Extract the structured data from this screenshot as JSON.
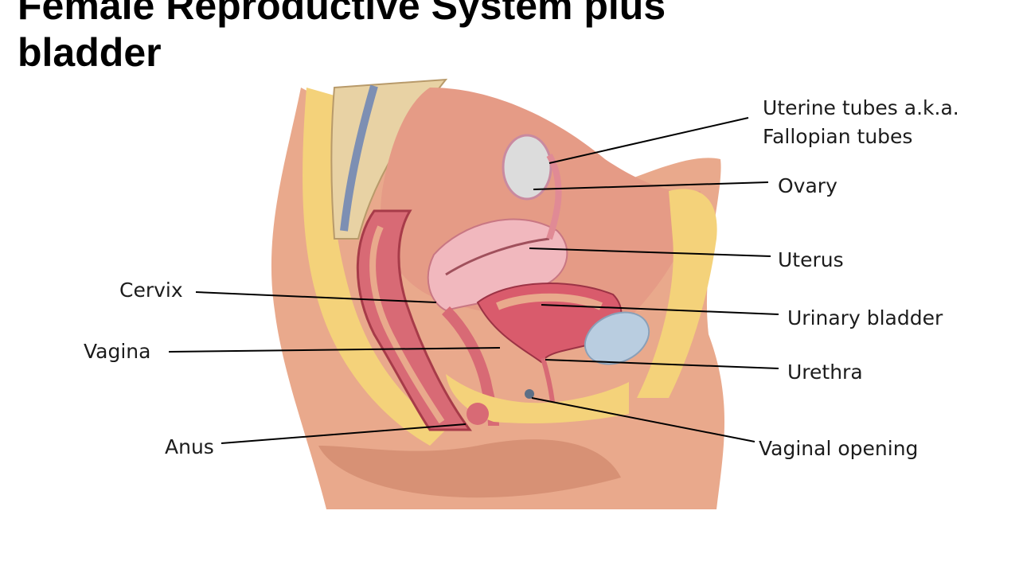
{
  "slide": {
    "title_lines": [
      "Female Reproductive System plus",
      "bladder"
    ]
  },
  "diagram": {
    "labels_right": {
      "uterine_tubes": [
        "Uterine tubes a.k.a.",
        "Fallopian tubes"
      ],
      "ovary": "Ovary",
      "uterus": "Uterus",
      "urinary_bladder": "Urinary bladder",
      "urethra": "Urethra",
      "vaginal_opening": "Vaginal opening"
    },
    "labels_left": {
      "cervix": "Cervix",
      "vagina": "Vagina",
      "anus": "Anus"
    }
  },
  "colors": {
    "skin": "#e9a98c",
    "skin_dark": "#c97e62",
    "fat": "#f4d27a",
    "muscle": "#d86a75",
    "uterus": "#f1b8be",
    "bone": "#e8d2a4",
    "bladder_wall": "#d95b6c",
    "blue": "#b9cde0"
  }
}
